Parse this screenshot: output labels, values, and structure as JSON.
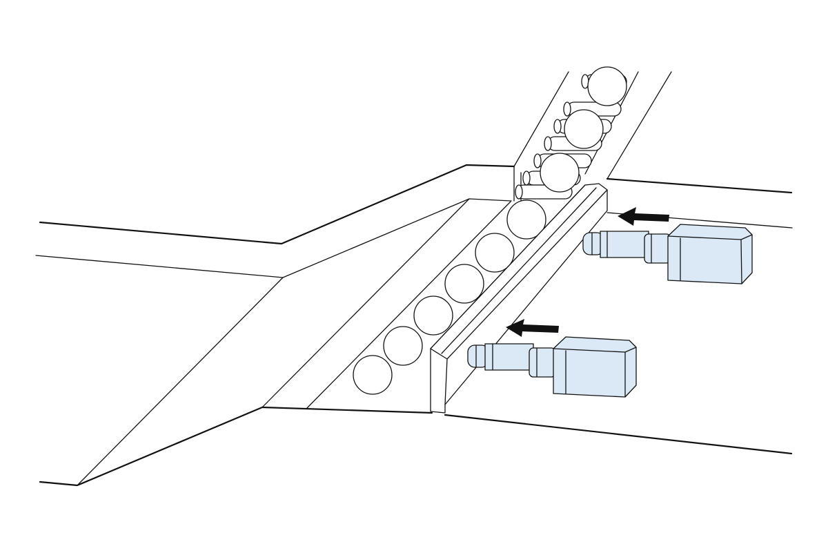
{
  "figure": {
    "description_labels": [],
    "colors": {
      "line": "#111111",
      "background": "#ffffff",
      "actuator_fill": "#dbe9f6",
      "arrow_fill": "#111111"
    },
    "components": {
      "incoming_chute_ball_count": 3,
      "trough_ball_count": 6,
      "actuator_count": 2,
      "arrow_count": 2,
      "arrow_direction": "left"
    },
    "icons": [
      "push-arrow-icon",
      "push-arrow-icon"
    ]
  }
}
